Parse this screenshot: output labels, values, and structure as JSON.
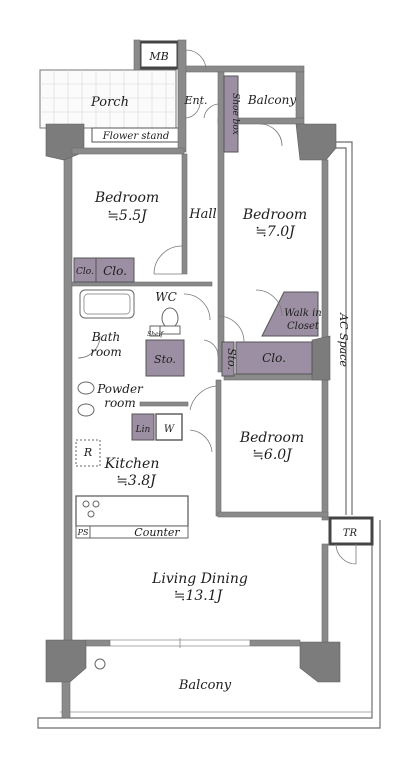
{
  "rooms": {
    "mb": "MB",
    "porch": "Porch",
    "entrance": "Ent.",
    "shoe_box": "Shoe box",
    "balcony_top": "Balcony",
    "flower_stand": "Flower stand",
    "bedroom_1_name": "Bedroom",
    "bedroom_1_size": "≒5.5J",
    "hall": "Hall",
    "bedroom_2_name": "Bedroom",
    "bedroom_2_size": "≒7.0J",
    "clo_small": "Clo.",
    "clo_1": "Clo.",
    "wc": "WC",
    "shelf": "Shelf",
    "walk_in_closet_1": "Walk in",
    "walk_in_closet_2": "Closet",
    "ac_space": "AC Space",
    "bath_1": "Bath",
    "bath_2": "room",
    "sto_1": "Sto.",
    "sto_2": "Sto.",
    "clo_2": "Clo.",
    "powder_1": "Powder",
    "powder_2": "room",
    "linen": "Lin",
    "washer": "W",
    "bedroom_3_name": "Bedroom",
    "bedroom_3_size": "≒6.0J",
    "refrigerator": "R",
    "kitchen_name": "Kitchen",
    "kitchen_size": "≒3.8J",
    "ps": "PS",
    "counter": "Counter",
    "tr": "TR",
    "living_name": "Living Dining",
    "living_size": "≒13.1J",
    "balcony_bottom": "Balcony"
  }
}
